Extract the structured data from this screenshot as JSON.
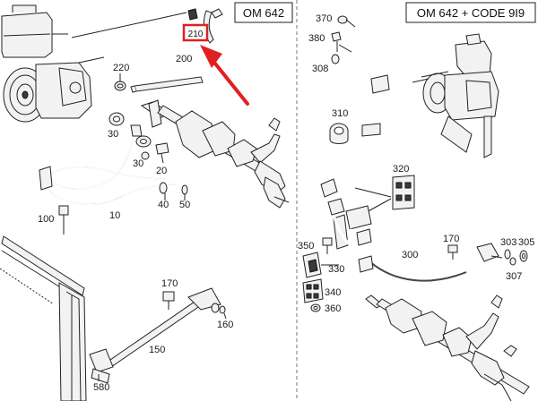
{
  "panels": [
    {
      "title": "OM 642"
    },
    {
      "title": "OM 642 + CODE 9I9"
    }
  ],
  "highlight": {
    "label": "210",
    "color": "#e02020"
  },
  "labels": {
    "p220": "220",
    "p200": "200",
    "p30a": "30",
    "p30b": "30",
    "p20": "20",
    "p40": "40",
    "p50": "50",
    "p10": "10",
    "p100": "100",
    "p170a": "170",
    "p160": "160",
    "p150": "150",
    "p580": "580",
    "p370": "370",
    "p380": "380",
    "p308": "308",
    "p310": "310",
    "p320": "320",
    "p350": "350",
    "p330": "330",
    "p340": "340",
    "p360": "360",
    "p300": "300",
    "p170b": "170",
    "p303": "303",
    "p305": "305",
    "p307": "307"
  }
}
